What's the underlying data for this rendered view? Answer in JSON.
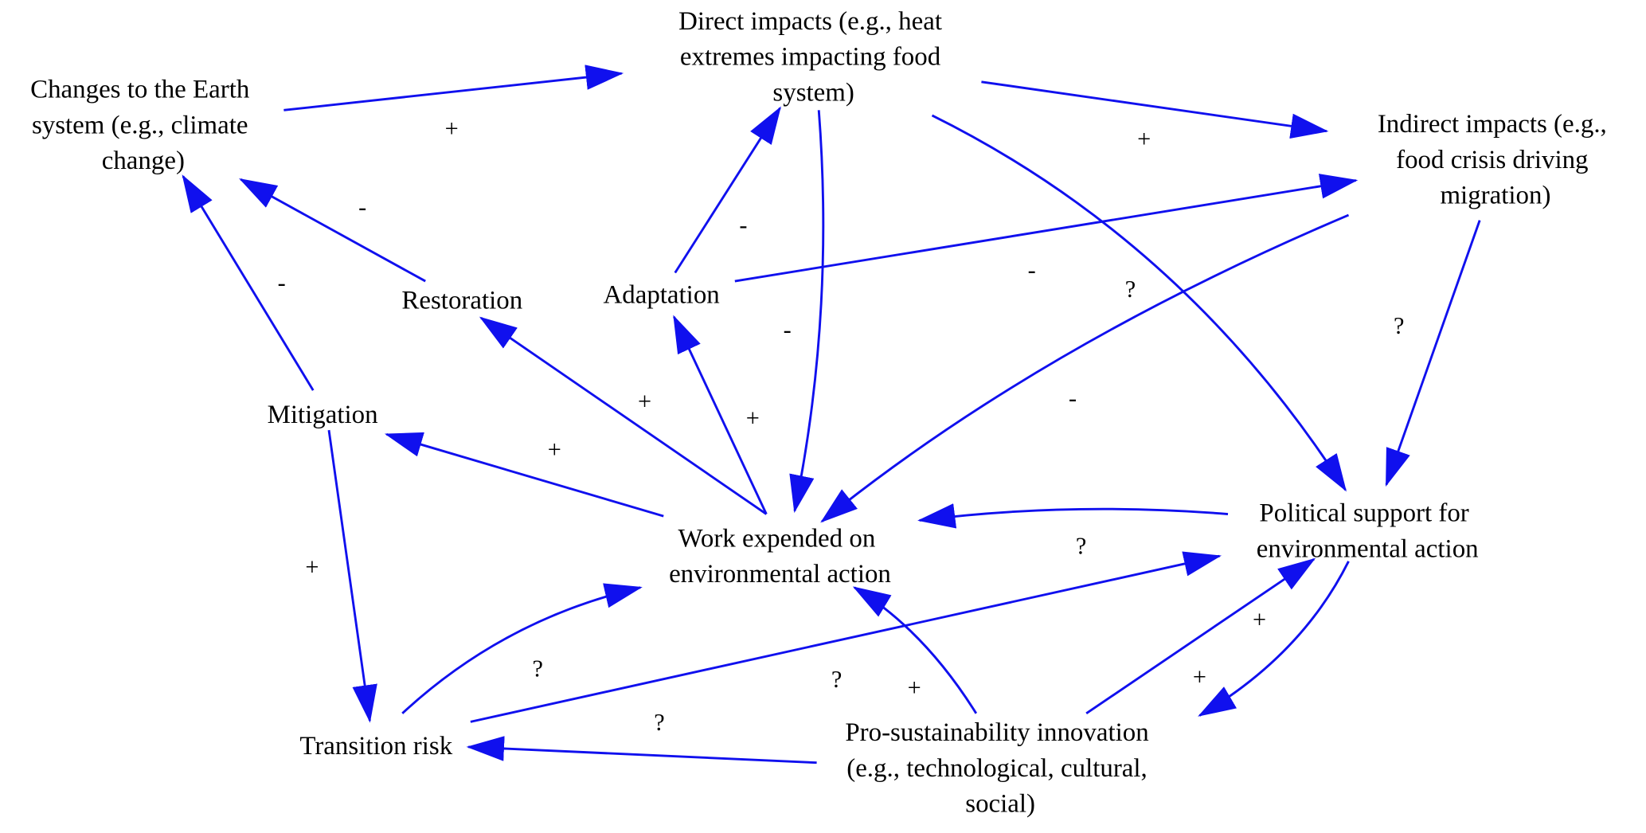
{
  "nodes": {
    "earth": [
      "Changes to the Earth",
      "system (e.g., climate",
      "change)"
    ],
    "direct": [
      "Direct impacts (e.g., heat",
      "extremes impacting food",
      "system)"
    ],
    "indirect": [
      "Indirect impacts (e.g.,",
      "food crisis driving",
      "migration)"
    ],
    "restoration": [
      "Restoration"
    ],
    "adaptation": [
      "Adaptation"
    ],
    "mitigation": [
      "Mitigation"
    ],
    "work": [
      "Work expended on",
      "environmental action"
    ],
    "political": [
      "Political support for",
      "environmental action"
    ],
    "transition": [
      "Transition risk"
    ],
    "innovation": [
      "Pro-sustainability innovation",
      "(e.g., technological, cultural,",
      "social)"
    ]
  },
  "edges": [
    {
      "from": "earth",
      "to": "direct",
      "sign": "+"
    },
    {
      "from": "direct",
      "to": "indirect",
      "sign": "+"
    },
    {
      "from": "adaptation",
      "to": "direct",
      "sign": "-"
    },
    {
      "from": "adaptation",
      "to": "indirect",
      "sign": "-"
    },
    {
      "from": "restoration",
      "to": "earth",
      "sign": "-"
    },
    {
      "from": "mitigation",
      "to": "earth",
      "sign": "-"
    },
    {
      "from": "direct",
      "to": "work",
      "sign": "-"
    },
    {
      "from": "direct",
      "to": "political",
      "sign": "?"
    },
    {
      "from": "indirect",
      "to": "work",
      "sign": "-"
    },
    {
      "from": "indirect",
      "to": "political",
      "sign": "?"
    },
    {
      "from": "work",
      "to": "restoration",
      "sign": "+"
    },
    {
      "from": "work",
      "to": "adaptation",
      "sign": "+"
    },
    {
      "from": "work",
      "to": "mitigation",
      "sign": "+"
    },
    {
      "from": "mitigation",
      "to": "transition",
      "sign": "+"
    },
    {
      "from": "political",
      "to": "work",
      "sign": "?"
    },
    {
      "from": "transition",
      "to": "work",
      "sign": "?"
    },
    {
      "from": "transition",
      "to": "political",
      "sign": "?"
    },
    {
      "from": "innovation",
      "to": "work",
      "sign": "+"
    },
    {
      "from": "innovation",
      "to": "political",
      "sign": "+"
    },
    {
      "from": "political",
      "to": "innovation",
      "sign": "+"
    },
    {
      "from": "innovation",
      "to": "transition",
      "sign": "?"
    }
  ],
  "colors": {
    "edge": "#1010ee"
  }
}
